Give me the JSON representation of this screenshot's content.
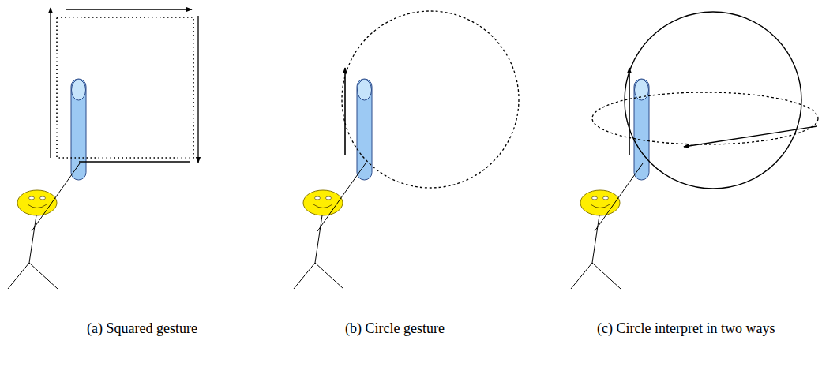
{
  "diagram": {
    "labels": [
      "(a) Squared gesture",
      "(b) Circle gesture",
      "(c) Circle interpret in two ways"
    ]
  }
}
